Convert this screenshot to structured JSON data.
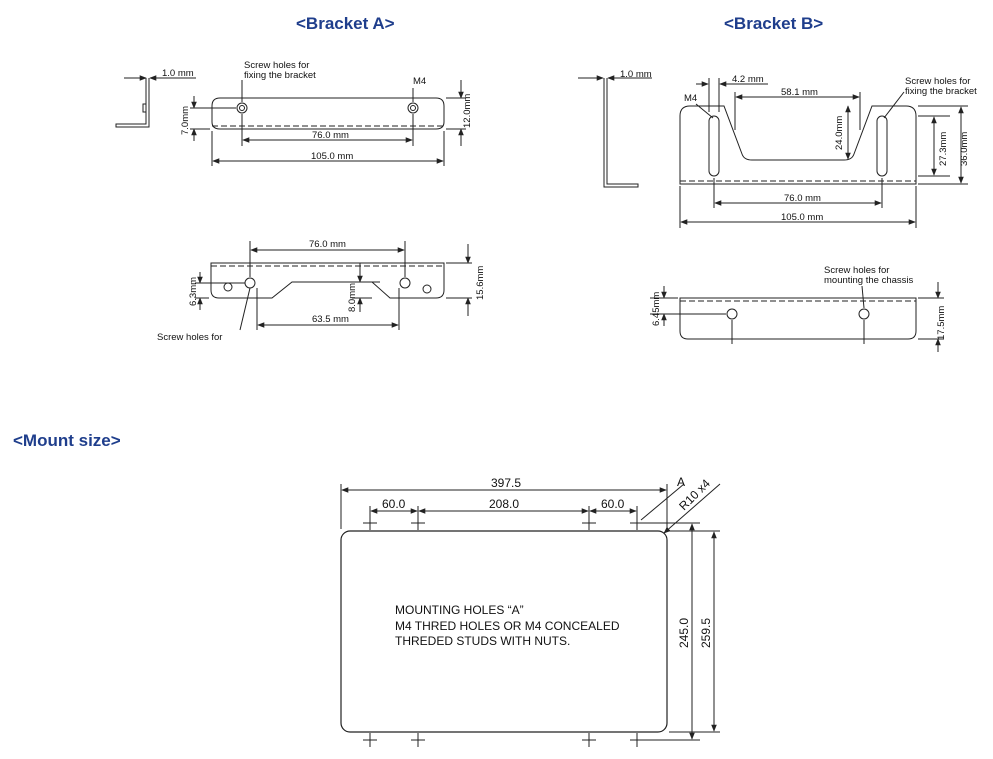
{
  "headings": {
    "bracket_a": "<Bracket A>",
    "bracket_b": "<Bracket B>",
    "mount_size": "<Mount size>"
  },
  "bracket_a": {
    "side": {
      "thickness": "1.0 mm",
      "hole_height": "7.0mm"
    },
    "top": {
      "note_line1": "Screw holes for",
      "note_line2": "fixing the bracket",
      "hole_label": "M4",
      "height": "12.0mm",
      "hole_pitch": "76.0 mm",
      "length": "105.0 mm"
    },
    "front": {
      "hole_pitch": "76.0 mm",
      "hole_offset": "6.3mm",
      "height": "15.6mm",
      "recess_depth": "8.0mm",
      "recess_width": "63.5 mm",
      "note_line1": "Screw holes for"
    }
  },
  "bracket_b": {
    "side": {
      "thickness": "1.0 mm"
    },
    "top": {
      "slot_offset": "4.2 mm",
      "hole_label": "M4",
      "recess_width": "58.1 mm",
      "note_line1": "Screw holes for",
      "note_line2": "fixing the bracket",
      "recess_depth": "24.0mm",
      "slot_height": "27.3mm",
      "height": "36.0mm",
      "hole_pitch": "76.0 mm",
      "length": "105.0 mm"
    },
    "front": {
      "note_line1": "Screw holes for",
      "note_line2": "mounting the chassis",
      "hole_offset": "6.45mm",
      "height": "17.5mm"
    }
  },
  "mount": {
    "overall_width": "397.5",
    "edge_spacing_left": "60.0",
    "middle_spacing": "208.0",
    "edge_spacing_right": "60.0",
    "hole_label": "A",
    "corner_radius": "R10 x4",
    "hole_span_height": "245.0",
    "overall_height": "259.5",
    "note_line1": "MOUNTING HOLES “A”",
    "note_line2": "M4 THRED HOLES OR M4 CONCEALED",
    "note_line3": "THREDED STUDS WITH NUTS."
  }
}
